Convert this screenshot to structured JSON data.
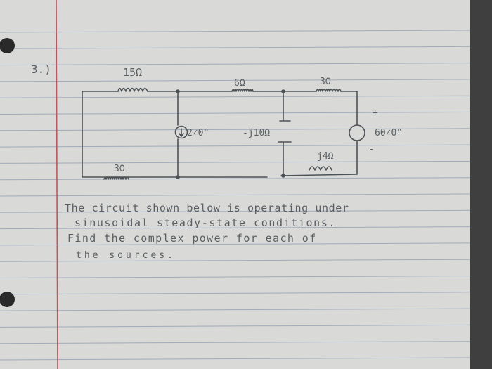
{
  "problem": {
    "number": "3.)",
    "statement": [
      "The circuit shown below is operating under",
      "sinusoidal steady-state conditions.",
      "Find the complex power for each of",
      "the sources."
    ]
  },
  "circuit": {
    "resistor_15": "15Ω",
    "resistor_6": "6Ω",
    "resistor_3_top": "3Ω",
    "resistor_3_bottom": "3Ω",
    "capacitor": "-j10Ω",
    "inductor": "j4Ω",
    "current_source": "2∠0°",
    "voltage_source": "60∠0°",
    "polarity_plus": "+",
    "polarity_minus": "-"
  },
  "colors": {
    "paper": "#d9d9d7",
    "ruled_line": "#8d9bb0",
    "margin_line": "#c7525a",
    "ink": "#4d5256",
    "background": "#5b5b5b"
  }
}
